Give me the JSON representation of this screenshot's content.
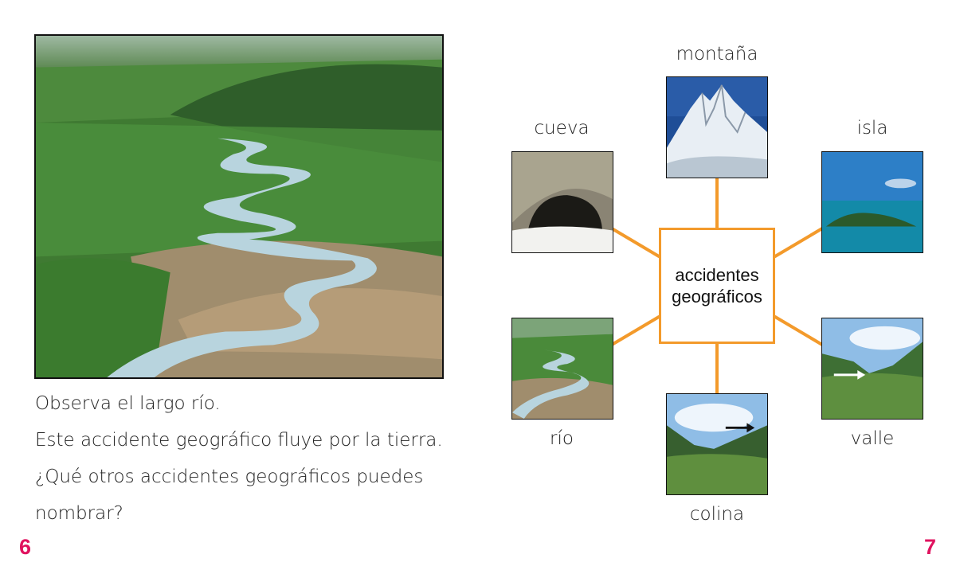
{
  "page": {
    "left_number": "6",
    "right_number": "7"
  },
  "text": {
    "lines": [
      "Observa el largo río.",
      "Este accidente geográfico fluye por la tierra.",
      "¿Qué otros accidentes geográficos puedes",
      "nombrar?"
    ]
  },
  "web": {
    "center": [
      "accidentes",
      "geográficos"
    ],
    "nodes": {
      "montana": "montaña",
      "cueva": "cueva",
      "isla": "isla",
      "rio": "río",
      "valle": "valle",
      "colina": "colina"
    }
  },
  "colors": {
    "accent_orange": "#f39a2b",
    "page_number_pink": "#e0135f"
  }
}
